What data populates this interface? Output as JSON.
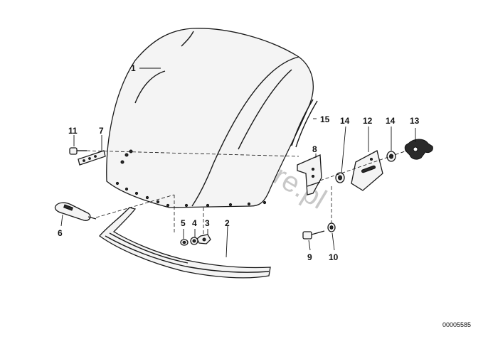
{
  "callouts": {
    "c1": "1",
    "c2": "2",
    "c3": "3",
    "c4": "4",
    "c5": "5",
    "c6": "6",
    "c7": "7",
    "c8": "8",
    "c9": "9",
    "c10": "10",
    "c11": "11",
    "c12": "12",
    "c13": "13",
    "c14a": "14",
    "c14b": "14",
    "c15": "15"
  },
  "watermark": "www.BMWstore.pl",
  "doc_number": "00005585"
}
